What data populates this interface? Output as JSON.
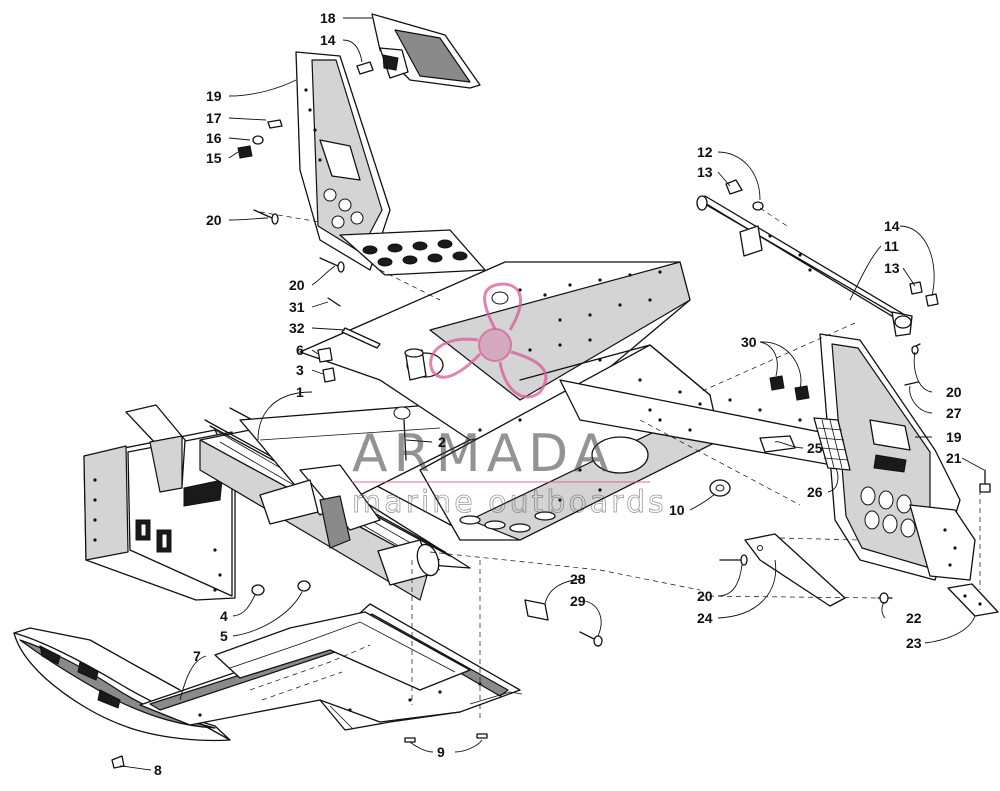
{
  "watermark": {
    "brand": "ARMADA",
    "tagline": "marine outboards",
    "logo_color": "#d85a96"
  },
  "callouts": {
    "c1": "1",
    "c2": "2",
    "c3": "3",
    "c4": "4",
    "c5": "5",
    "c6": "6",
    "c7": "7",
    "c8": "8",
    "c9": "9",
    "c10": "10",
    "c11": "11",
    "c12": "12",
    "c13a": "13",
    "c13b": "13",
    "c14a": "14",
    "c14b": "14",
    "c15": "15",
    "c16": "16",
    "c17": "17",
    "c18": "18",
    "c19a": "19",
    "c19b": "19",
    "c20a": "20",
    "c20b": "20",
    "c20c": "20",
    "c20d": "20",
    "c21": "21",
    "c22": "22",
    "c23": "23",
    "c24": "24",
    "c25": "25",
    "c26": "26",
    "c27": "27",
    "c28": "28",
    "c29": "29",
    "c30": "30",
    "c31": "31",
    "c32": "32"
  }
}
